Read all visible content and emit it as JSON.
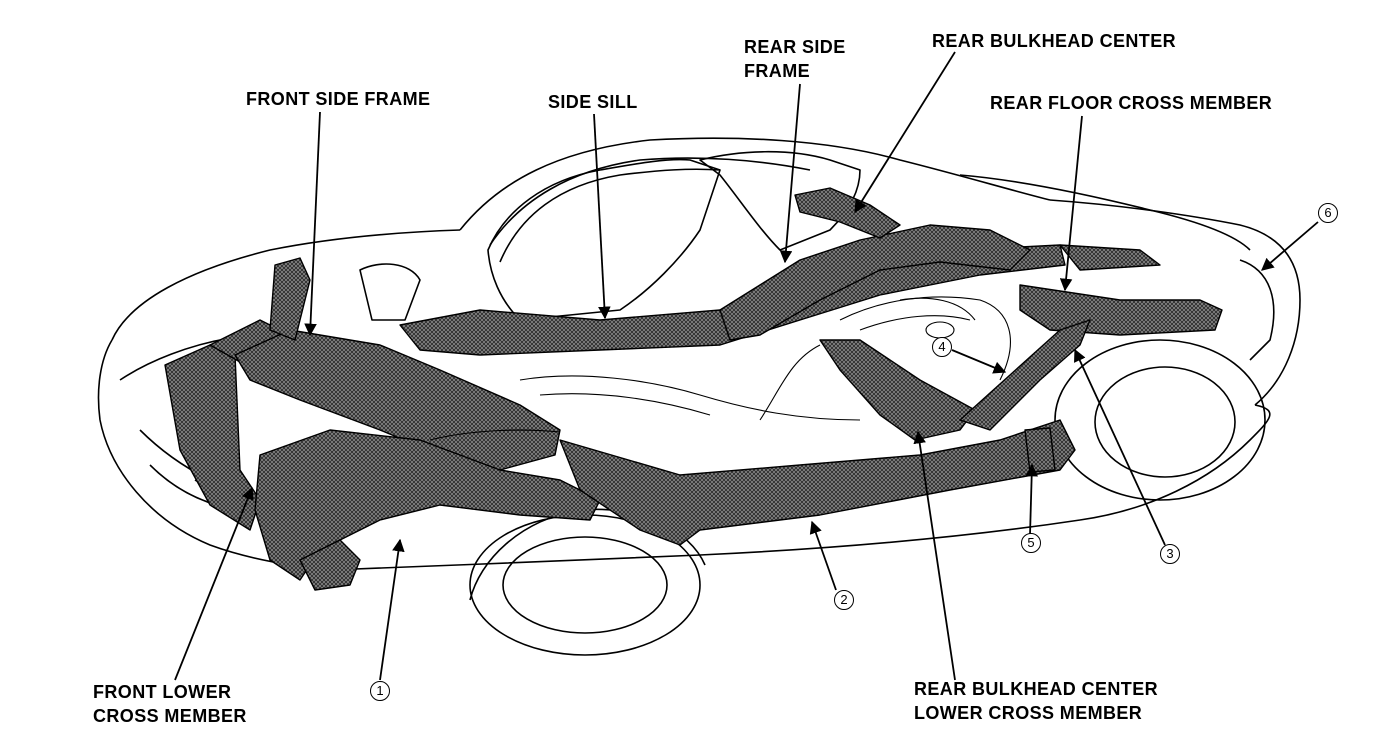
{
  "labels": {
    "front_side_frame": "FRONT SIDE FRAME",
    "side_sill": "SIDE SILL",
    "rear_side_frame_1": "REAR SIDE",
    "rear_side_frame_2": "FRAME",
    "rear_bulkhead_center": "REAR BULKHEAD CENTER",
    "rear_floor_cross_member": "REAR FLOOR CROSS MEMBER",
    "front_lower_cross_member_1": "FRONT LOWER",
    "front_lower_cross_member_2": "CROSS MEMBER",
    "rear_bulkhead_center_lower_1": "REAR BULKHEAD CENTER",
    "rear_bulkhead_center_lower_2": "LOWER CROSS MEMBER"
  },
  "callouts": {
    "n1": "1",
    "n2": "2",
    "n3": "3",
    "n4": "4",
    "n5": "5",
    "n6": "6"
  },
  "colors": {
    "line": "#000000",
    "frame_fill": "#6e6e6e",
    "background": "#ffffff"
  }
}
